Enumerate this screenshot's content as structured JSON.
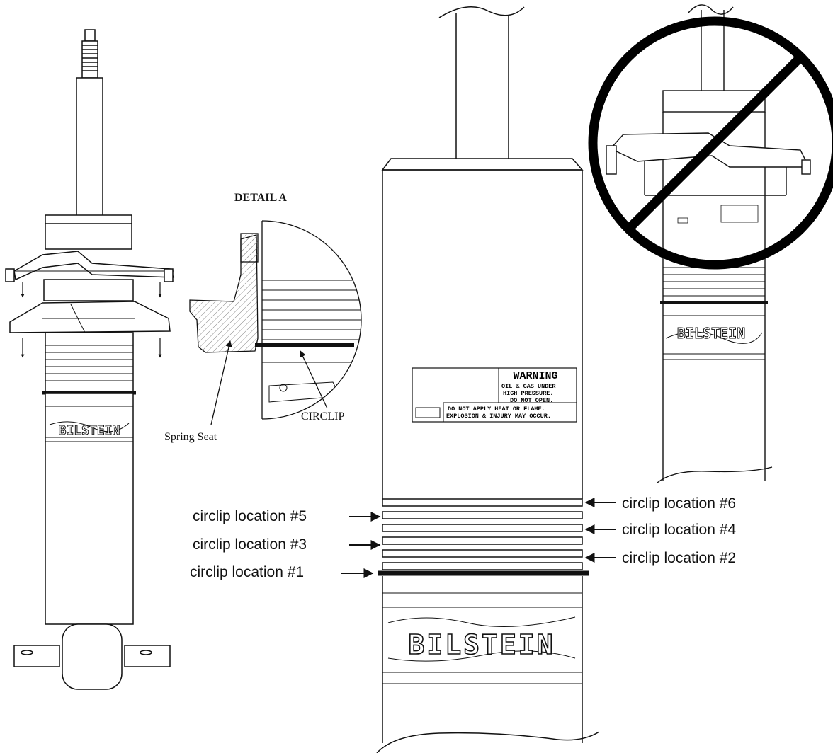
{
  "detail_title": "DETAIL A",
  "circlip_label": "CIRCLIP",
  "spring_seat_label": "Spring Seat",
  "locations": {
    "loc1": "circlip location #1",
    "loc2": "circlip location #2",
    "loc3": "circlip location #3",
    "loc4": "circlip location #4",
    "loc5": "circlip location #5",
    "loc6": "circlip location #6"
  },
  "warning": {
    "title": "WARNING",
    "line1": "OIL & GAS UNDER",
    "line2": "HIGH PRESSURE.",
    "line3": "DO NOT OPEN.",
    "line4": "DO NOT APPLY HEAT OR FLAME.",
    "line5": "EXPLOSION & INJURY MAY OCCUR."
  },
  "brand": "BILSTEIN",
  "colors": {
    "ink": "#111111",
    "prohibited": "#000000"
  }
}
